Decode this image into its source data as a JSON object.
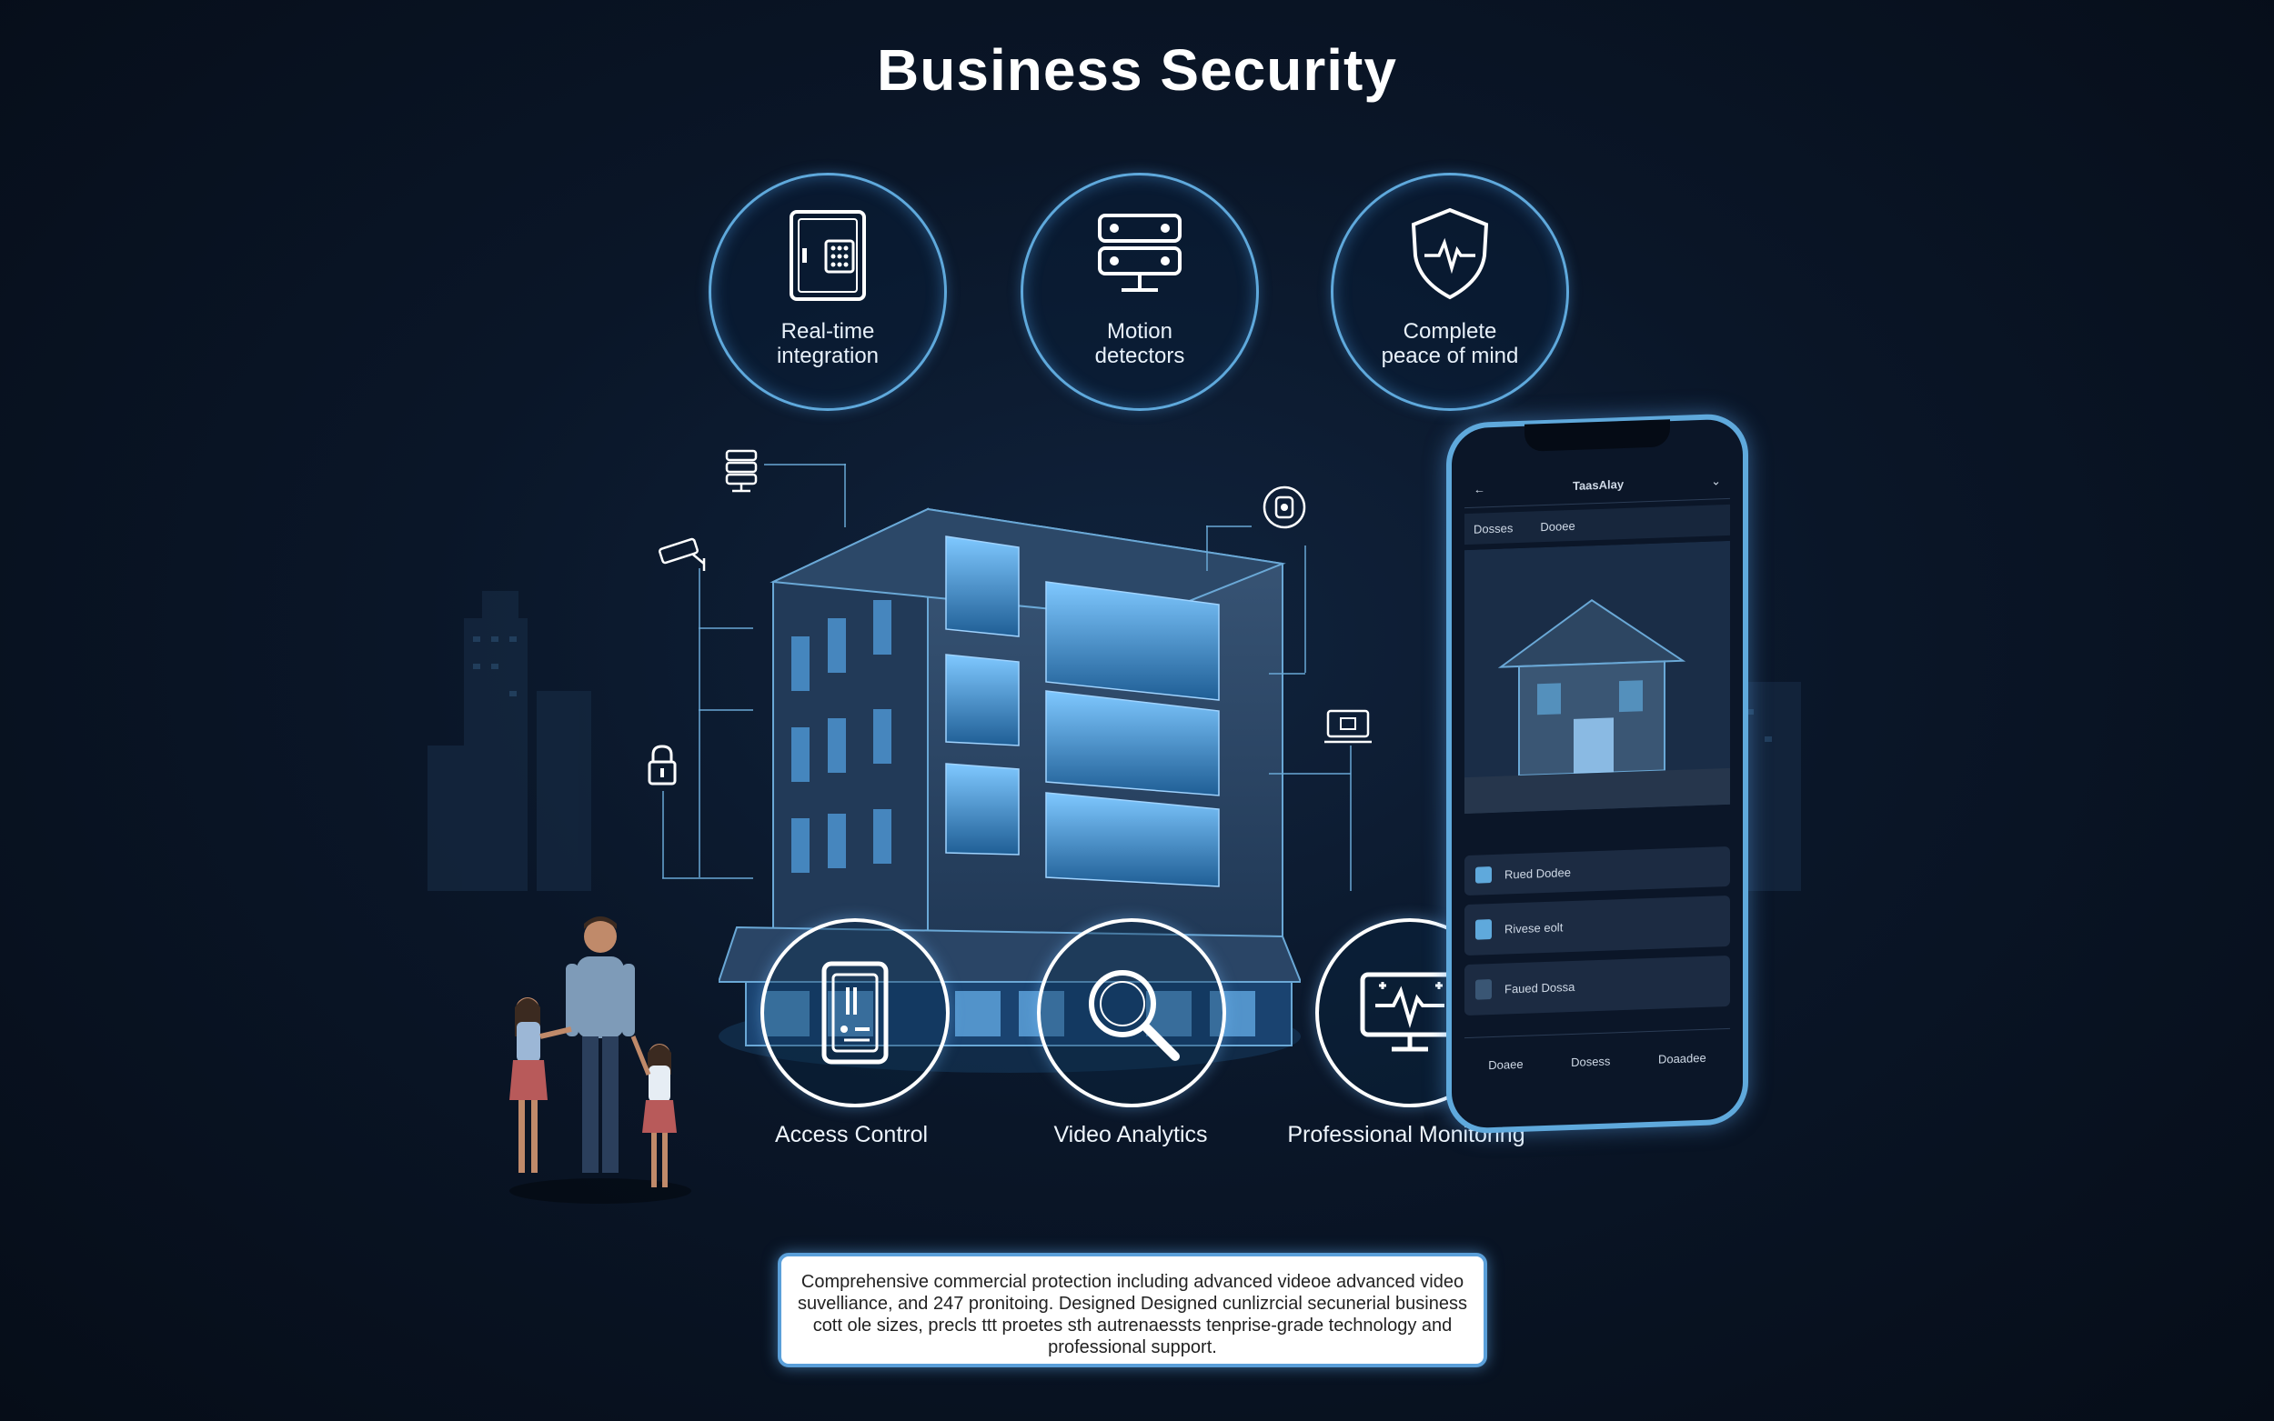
{
  "title": "Business Security",
  "top_features": [
    {
      "label": "Real-time\nintegration",
      "icon": "safe-keypad-icon"
    },
    {
      "label": "Motion\ndetectors",
      "icon": "sensor-icon"
    },
    {
      "label": "Complete\npeace of mind",
      "icon": "shield-pulse-icon"
    }
  ],
  "bottom_features": [
    {
      "label": "Access Control",
      "icon": "door-panel-icon"
    },
    {
      "label": "Video Analytics",
      "icon": "magnifier-icon"
    },
    {
      "label": "Professional Monitoring",
      "icon": "monitor-pulse-icon"
    }
  ],
  "phone": {
    "header": "TaasAlay",
    "device": "Dooee",
    "tab": "Dosses",
    "rows": [
      "Rued Dodee",
      "Rivese eolt",
      "Faued Dossa"
    ],
    "nav": [
      "Doaee",
      "Dosess",
      "Doaadee"
    ]
  },
  "description": "Comprehensive commercial protection including advanced videoe advanced video suvelliance, and 247 pronitoing. Designed Designed cunlizrcial secunerial business cott ole sizes, precls ttt proetes sth autrenaessts tenprise-grade technology and professional support.",
  "colors": {
    "accent": "#5fa9dc",
    "background": "#0a1628"
  }
}
